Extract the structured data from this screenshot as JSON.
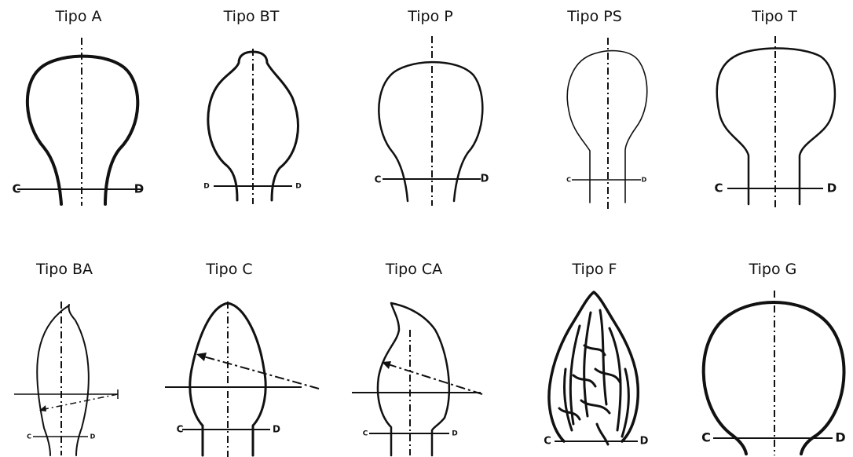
{
  "bulbs": [
    {
      "id": "tipo-a",
      "title": "Tipo A",
      "left_label": "C",
      "right_label": "D"
    },
    {
      "id": "tipo-bt",
      "title": "Tipo BT",
      "left_label": "D",
      "right_label": "D"
    },
    {
      "id": "tipo-p",
      "title": "Tipo P",
      "left_label": "C",
      "right_label": "D"
    },
    {
      "id": "tipo-ps",
      "title": "Tipo PS",
      "left_label": "C",
      "right_label": "D"
    },
    {
      "id": "tipo-t",
      "title": "Tipo T",
      "left_label": "C",
      "right_label": "D"
    },
    {
      "id": "tipo-ba",
      "title": "Tipo BA",
      "left_label": "C",
      "right_label": "D"
    },
    {
      "id": "tipo-c",
      "title": "Tipo C",
      "left_label": "C",
      "right_label": "D"
    },
    {
      "id": "tipo-ca",
      "title": "Tipo CA",
      "left_label": "C",
      "right_label": "D"
    },
    {
      "id": "tipo-f",
      "title": "Tipo F",
      "left_label": "C",
      "right_label": "D"
    },
    {
      "id": "tipo-g",
      "title": "Tipo G",
      "left_label": "C",
      "right_label": "D"
    }
  ]
}
